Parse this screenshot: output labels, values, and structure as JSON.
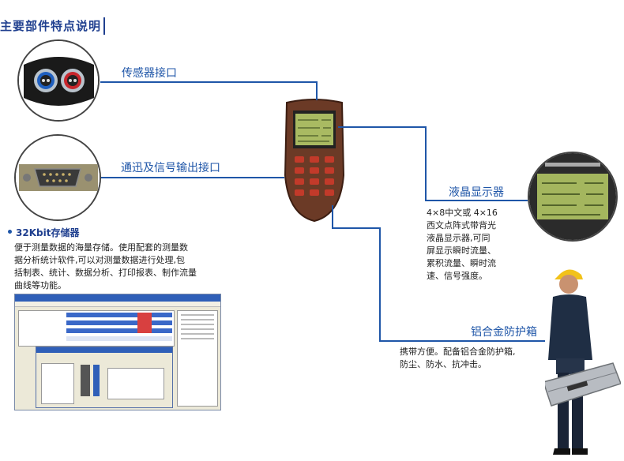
{
  "title": "主要部件特点说明",
  "sensor_label": "传感器接口",
  "comm_label": "通迅及信号输出接口",
  "storage": {
    "heading": "32Kbit存储器",
    "lines": [
      "便于测量数据的海量存储。使用配套的测量数",
      "据分析统计软件,可以对测量数据进行处理,包",
      "括制表、统计、数据分析、打印报表、制作流量",
      "曲线等功能。"
    ]
  },
  "lcd": {
    "label": "液晶显示器",
    "lines": [
      "4×8中文或 4×16",
      "西文点阵式带背光",
      "液晶显示器,可同",
      "屏显示瞬时流量、",
      "累积流量、瞬时流",
      "速、信号强度。"
    ]
  },
  "case": {
    "label": "铝合金防护箱",
    "lines": [
      "携带方便。配备铝合金防护箱,",
      "防尘、防水、抗冲击。"
    ]
  },
  "colors": {
    "accent": "#1f56a8",
    "device_body": "#6b3a26",
    "lcd_screen": "#9fb35a"
  }
}
